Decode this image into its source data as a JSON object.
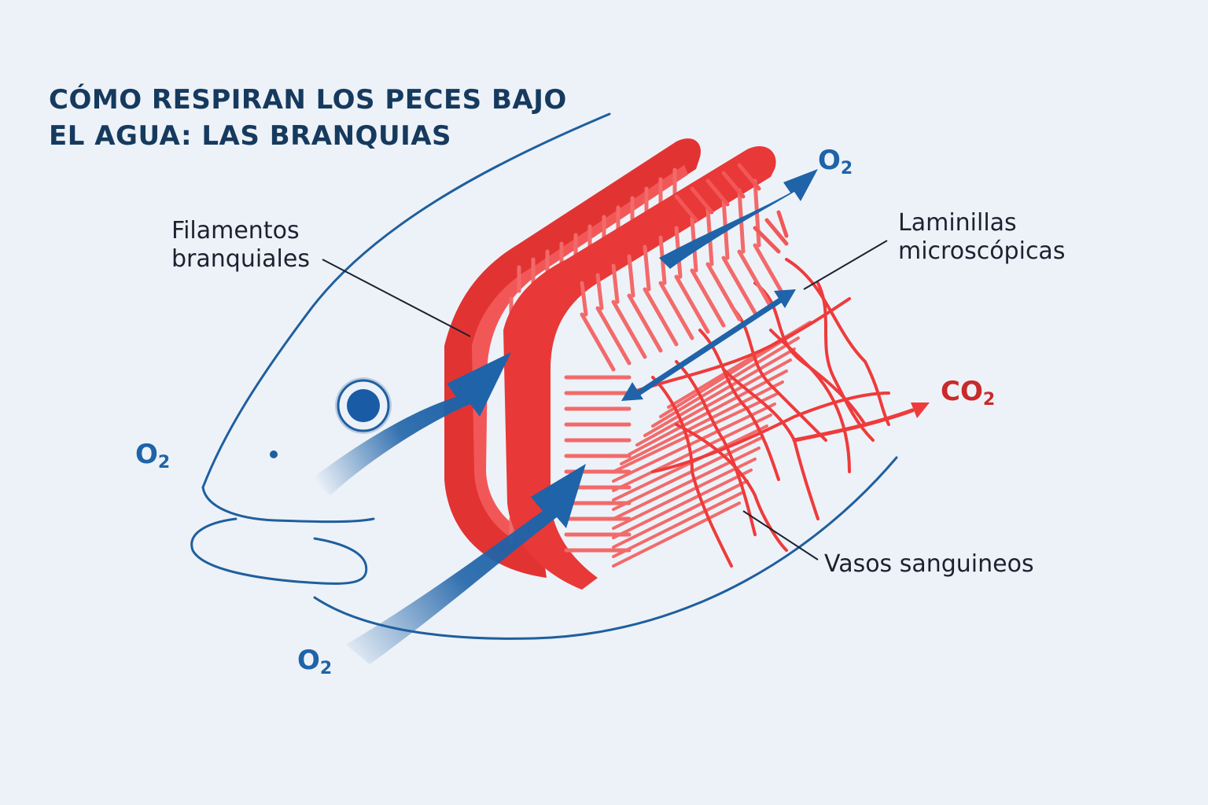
{
  "title": {
    "line1": "CÓMO RESPIRAN LOS PECES BAJO",
    "line2": "EL AGUA: LAS BRANQUIAS"
  },
  "labels": {
    "filamentos_line1": "Filamentos",
    "filamentos_line2": "branquiales",
    "laminillas_line1": "Laminillas",
    "laminillas_line2": "microscópicas",
    "vasos": "Vasos sanguineos"
  },
  "gases": {
    "o2_base": "O",
    "o2_sub": "2",
    "co2_base": "CO",
    "co2_sub": "2"
  },
  "colors": {
    "background": "#edf2f8",
    "fish_outline": "#1f5f9e",
    "oxygen": "#1f63a8",
    "gill_red": "#ee3b3b",
    "co2": "#c92a2a",
    "title": "#163a5e"
  }
}
